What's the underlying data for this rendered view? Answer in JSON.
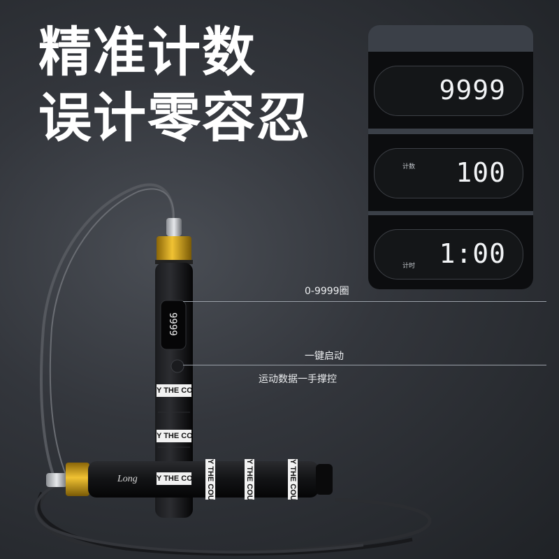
{
  "headline": {
    "line1": "精准计数",
    "line2": "误计零容忍"
  },
  "display_panel": {
    "screens": [
      {
        "label": "",
        "value": "9999"
      },
      {
        "label": "计数",
        "value": "100"
      },
      {
        "label": "计时",
        "value": "1:00"
      }
    ]
  },
  "callouts": {
    "range": "0-9999圈",
    "start": "一键启动",
    "control": "运动数据一手撑控"
  },
  "handle": {
    "display_value": "9999",
    "band_text": "Y THE COU",
    "brand": "Long"
  },
  "colors": {
    "accent_gold": "#e5b31a",
    "handle_black": "#0d0d0f",
    "band_white": "#f2f2f2"
  }
}
